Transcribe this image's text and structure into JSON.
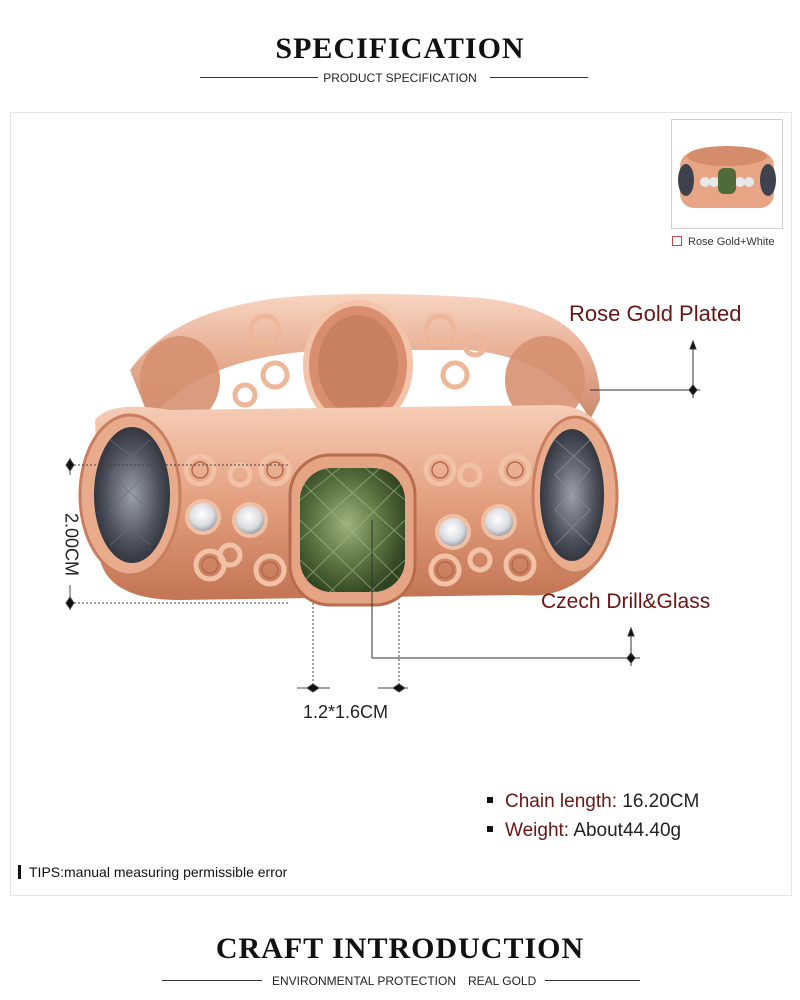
{
  "header": {
    "title": "SPECIFICATION",
    "subtitle": "PRODUCT SPECIFICATION"
  },
  "thumbnail": {
    "option_label": "Rose Gold+White"
  },
  "callouts": {
    "plating": "Rose Gold Plated",
    "material": "Czech Drill&Glass"
  },
  "dimensions": {
    "height": "2.00CM",
    "stone_size": "1.2*1.6CM"
  },
  "specs": [
    {
      "label": "Chain length:",
      "value": "16.20CM"
    },
    {
      "label": "Weight:",
      "value": "About44.40g"
    }
  ],
  "tips": "TIPS:manual measuring permissible error",
  "footer": {
    "title": "CRAFT INTRODUCTION",
    "subtitle_left": "ENVIRONMENTAL PROTECTION",
    "subtitle_right": "REAL GOLD"
  },
  "colors": {
    "rose_gold": "#e8a889",
    "rose_gold_dark": "#c97e5e",
    "green_stone": "#4f6b3a",
    "grey_stone": "#3c3f4a",
    "callout_text": "#6b1414"
  }
}
